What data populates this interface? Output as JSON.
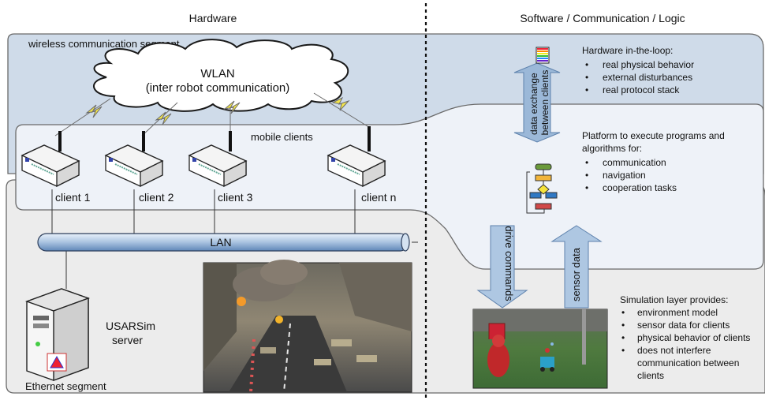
{
  "headers": {
    "left": "Hardware",
    "right": "Software / Communication / Logic"
  },
  "segments": {
    "wireless": "wireless communication segment",
    "mobile": "mobile clients",
    "ethernet": "Ethernet segment"
  },
  "wlan": {
    "line1": "WLAN",
    "line2": "(inter robot communication)"
  },
  "clients": [
    "client 1",
    "client 2",
    "client 3",
    "client n"
  ],
  "lan": "LAN",
  "server": {
    "line1": "USARSim",
    "line2": "server"
  },
  "arrows": {
    "data_exchange_1": "data exchange",
    "data_exchange_2": "between clients",
    "drive": "drive commands",
    "sensor": "sensor data"
  },
  "hil": {
    "title": "Hardware in-the-loop:",
    "items": [
      "real physical behavior",
      "external disturbances",
      "real protocol stack"
    ]
  },
  "platform": {
    "title1": "Platform to execute programs and",
    "title2": "algorithms for:",
    "items": [
      "communication",
      "navigation",
      "cooperation tasks"
    ]
  },
  "simulation": {
    "title": "Simulation layer provides:",
    "items": [
      "environment model",
      "sensor data for clients",
      "physical behavior of clients",
      "does not interfere",
      "communication between",
      "clients"
    ]
  },
  "colors": {
    "wireless_bg": "#cfdbe9",
    "mobile_bg": "#eef2f8",
    "ethernet_bg": "#ececec",
    "arrow": "#aec7e2",
    "arrow_dark": "#9bb8d8"
  }
}
